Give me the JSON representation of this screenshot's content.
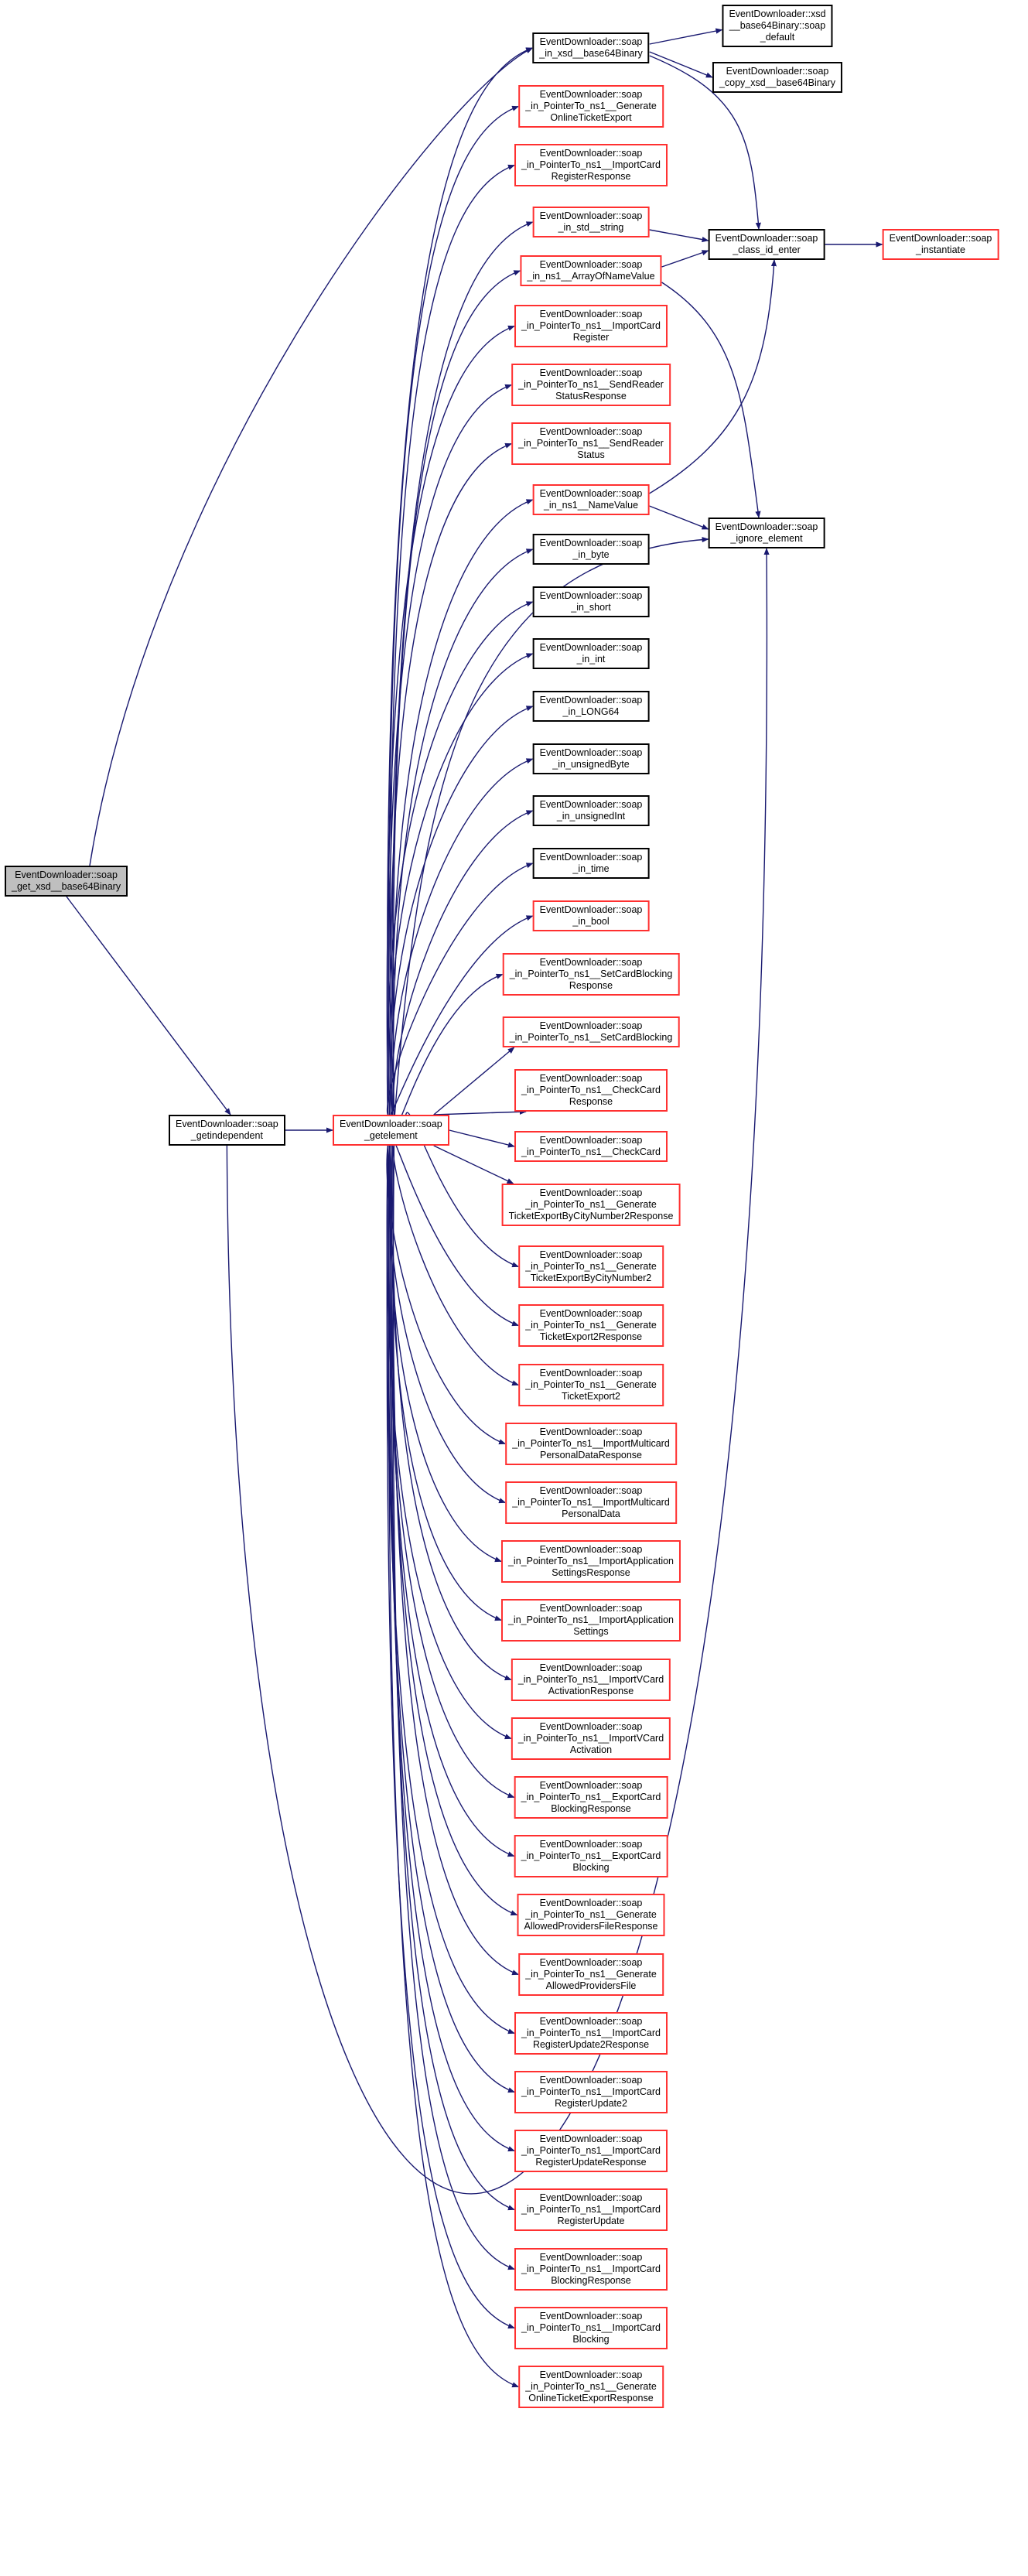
{
  "colors": {
    "edge": "#191970",
    "red_border": "#ff3030",
    "black_border": "#000000",
    "focus_fill": "#bfbfbf"
  },
  "focus": {
    "id": "get",
    "lines": [
      "EventDownloader::soap",
      "_get_xsd__base64Binary"
    ],
    "style": "gray"
  },
  "callers": [
    {
      "id": "getindependent",
      "lines": [
        "EventDownloader::soap",
        "_getindependent"
      ],
      "style": "black"
    },
    {
      "id": "getelement",
      "lines": [
        "EventDownloader::soap",
        "_getelement"
      ],
      "style": "red"
    }
  ],
  "column": [
    {
      "lines": [
        "EventDownloader::soap",
        "_in_xsd__base64Binary"
      ],
      "style": "black"
    },
    {
      "lines": [
        "EventDownloader::soap",
        "_in_PointerTo_ns1__Generate",
        "OnlineTicketExport"
      ],
      "style": "red"
    },
    {
      "lines": [
        "EventDownloader::soap",
        "_in_PointerTo_ns1__ImportCard",
        "RegisterResponse"
      ],
      "style": "red"
    },
    {
      "lines": [
        "EventDownloader::soap",
        "_in_std__string"
      ],
      "style": "red"
    },
    {
      "lines": [
        "EventDownloader::soap",
        "_in_ns1__ArrayOfNameValue"
      ],
      "style": "red"
    },
    {
      "lines": [
        "EventDownloader::soap",
        "_in_PointerTo_ns1__ImportCard",
        "Register"
      ],
      "style": "red"
    },
    {
      "lines": [
        "EventDownloader::soap",
        "_in_PointerTo_ns1__SendReader",
        "StatusResponse"
      ],
      "style": "red"
    },
    {
      "lines": [
        "EventDownloader::soap",
        "_in_PointerTo_ns1__SendReader",
        "Status"
      ],
      "style": "red"
    },
    {
      "lines": [
        "EventDownloader::soap",
        "_in_ns1__NameValue"
      ],
      "style": "red"
    },
    {
      "lines": [
        "EventDownloader::soap",
        "_in_byte"
      ],
      "style": "black"
    },
    {
      "lines": [
        "EventDownloader::soap",
        "_in_short"
      ],
      "style": "black"
    },
    {
      "lines": [
        "EventDownloader::soap",
        "_in_int"
      ],
      "style": "black"
    },
    {
      "lines": [
        "EventDownloader::soap",
        "_in_LONG64"
      ],
      "style": "black"
    },
    {
      "lines": [
        "EventDownloader::soap",
        "_in_unsignedByte"
      ],
      "style": "black"
    },
    {
      "lines": [
        "EventDownloader::soap",
        "_in_unsignedInt"
      ],
      "style": "black"
    },
    {
      "lines": [
        "EventDownloader::soap",
        "_in_time"
      ],
      "style": "black"
    },
    {
      "lines": [
        "EventDownloader::soap",
        "_in_bool"
      ],
      "style": "red"
    },
    {
      "lines": [
        "EventDownloader::soap",
        "_in_PointerTo_ns1__SetCardBlocking",
        "Response"
      ],
      "style": "red"
    },
    {
      "lines": [
        "EventDownloader::soap",
        "_in_PointerTo_ns1__SetCardBlocking"
      ],
      "style": "red"
    },
    {
      "lines": [
        "EventDownloader::soap",
        "_in_PointerTo_ns1__CheckCard",
        "Response"
      ],
      "style": "red"
    },
    {
      "lines": [
        "EventDownloader::soap",
        "_in_PointerTo_ns1__CheckCard"
      ],
      "style": "red"
    },
    {
      "lines": [
        "EventDownloader::soap",
        "_in_PointerTo_ns1__Generate",
        "TicketExportByCityNumber2Response"
      ],
      "style": "red"
    },
    {
      "lines": [
        "EventDownloader::soap",
        "_in_PointerTo_ns1__Generate",
        "TicketExportByCityNumber2"
      ],
      "style": "red"
    },
    {
      "lines": [
        "EventDownloader::soap",
        "_in_PointerTo_ns1__Generate",
        "TicketExport2Response"
      ],
      "style": "red"
    },
    {
      "lines": [
        "EventDownloader::soap",
        "_in_PointerTo_ns1__Generate",
        "TicketExport2"
      ],
      "style": "red"
    },
    {
      "lines": [
        "EventDownloader::soap",
        "_in_PointerTo_ns1__ImportMulticard",
        "PersonalDataResponse"
      ],
      "style": "red"
    },
    {
      "lines": [
        "EventDownloader::soap",
        "_in_PointerTo_ns1__ImportMulticard",
        "PersonalData"
      ],
      "style": "red"
    },
    {
      "lines": [
        "EventDownloader::soap",
        "_in_PointerTo_ns1__ImportApplication",
        "SettingsResponse"
      ],
      "style": "red"
    },
    {
      "lines": [
        "EventDownloader::soap",
        "_in_PointerTo_ns1__ImportApplication",
        "Settings"
      ],
      "style": "red"
    },
    {
      "lines": [
        "EventDownloader::soap",
        "_in_PointerTo_ns1__ImportVCard",
        "ActivationResponse"
      ],
      "style": "red"
    },
    {
      "lines": [
        "EventDownloader::soap",
        "_in_PointerTo_ns1__ImportVCard",
        "Activation"
      ],
      "style": "red"
    },
    {
      "lines": [
        "EventDownloader::soap",
        "_in_PointerTo_ns1__ExportCard",
        "BlockingResponse"
      ],
      "style": "red"
    },
    {
      "lines": [
        "EventDownloader::soap",
        "_in_PointerTo_ns1__ExportCard",
        "Blocking"
      ],
      "style": "red"
    },
    {
      "lines": [
        "EventDownloader::soap",
        "_in_PointerTo_ns1__Generate",
        "AllowedProvidersFileResponse"
      ],
      "style": "red"
    },
    {
      "lines": [
        "EventDownloader::soap",
        "_in_PointerTo_ns1__Generate",
        "AllowedProvidersFile"
      ],
      "style": "red"
    },
    {
      "lines": [
        "EventDownloader::soap",
        "_in_PointerTo_ns1__ImportCard",
        "RegisterUpdate2Response"
      ],
      "style": "red"
    },
    {
      "lines": [
        "EventDownloader::soap",
        "_in_PointerTo_ns1__ImportCard",
        "RegisterUpdate2"
      ],
      "style": "red"
    },
    {
      "lines": [
        "EventDownloader::soap",
        "_in_PointerTo_ns1__ImportCard",
        "RegisterUpdateResponse"
      ],
      "style": "red"
    },
    {
      "lines": [
        "EventDownloader::soap",
        "_in_PointerTo_ns1__ImportCard",
        "RegisterUpdate"
      ],
      "style": "red"
    },
    {
      "lines": [
        "EventDownloader::soap",
        "_in_PointerTo_ns1__ImportCard",
        "BlockingResponse"
      ],
      "style": "red"
    },
    {
      "lines": [
        "EventDownloader::soap",
        "_in_PointerTo_ns1__ImportCard",
        "Blocking"
      ],
      "style": "red"
    },
    {
      "lines": [
        "EventDownloader::soap",
        "_in_PointerTo_ns1__Generate",
        "OnlineTicketExportResponse"
      ],
      "style": "red"
    }
  ],
  "right": [
    {
      "id": "default",
      "lines": [
        "EventDownloader::xsd",
        "__base64Binary::soap",
        "_default"
      ],
      "style": "black"
    },
    {
      "id": "copy",
      "lines": [
        "EventDownloader::soap",
        "_copy_xsd__base64Binary"
      ],
      "style": "black"
    },
    {
      "id": "classid",
      "lines": [
        "EventDownloader::soap",
        "_class_id_enter"
      ],
      "style": "black"
    },
    {
      "id": "instantiate",
      "lines": [
        "EventDownloader::soap",
        "_instantiate"
      ],
      "style": "red"
    },
    {
      "id": "ignore",
      "lines": [
        "EventDownloader::soap",
        "_ignore_element"
      ],
      "style": "black"
    }
  ]
}
